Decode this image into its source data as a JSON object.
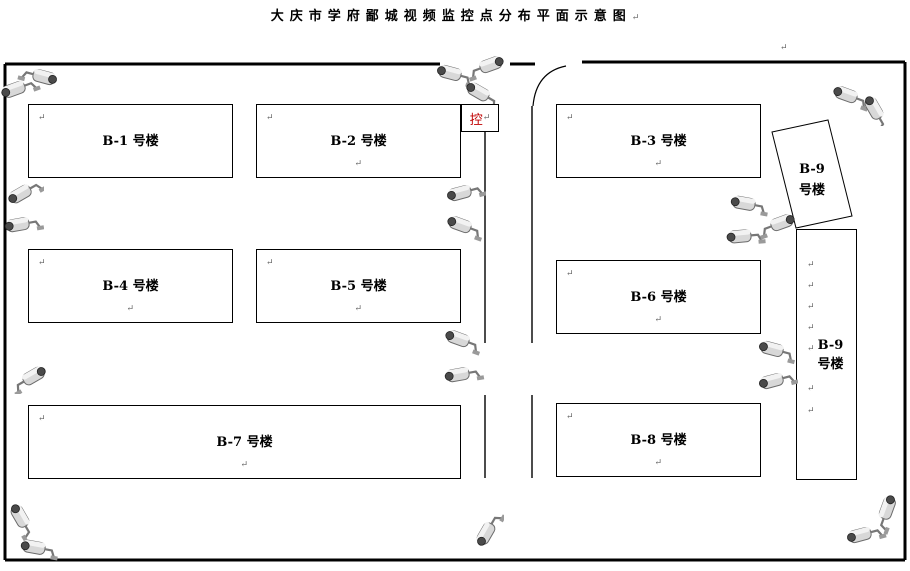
{
  "title": "大庆市学府鄙城视频监控点分布平面示意图",
  "paragraph_mark": "↵",
  "control_room": "控",
  "buildings": {
    "b1": "B-1 号楼",
    "b2": "B-2 号楼",
    "b3": "B-3 号楼",
    "b4": "B-4 号楼",
    "b5": "B-5 号楼",
    "b6": "B-6 号楼",
    "b7": "B-7 号楼",
    "b8": "B-8 号楼",
    "b9a": "B-9\n号楼",
    "b9b": "B-9\n号楼"
  },
  "camera_icon": "surveillance-camera-icon"
}
